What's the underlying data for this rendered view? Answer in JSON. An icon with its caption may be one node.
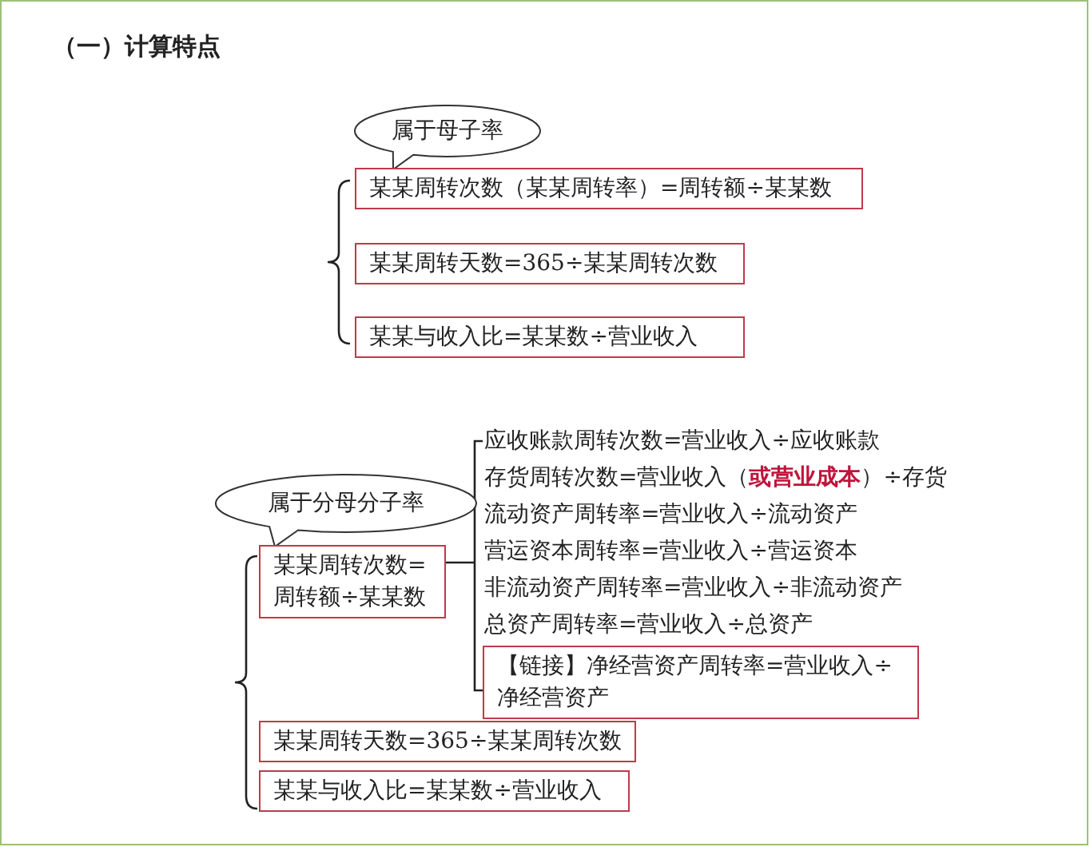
{
  "diagram": {
    "title": "（一）计算特点",
    "nodes": [
      {
        "text": [
          "属于母子率"
        ]
      },
      {
        "text": [
          "某某周转次数（某某周转率）=周转额÷某某数"
        ]
      },
      {
        "text": [
          "某某周转天数=365÷某某周转次数"
        ]
      },
      {
        "text": [
          "某某与收入比=某某数÷营业收入"
        ]
      },
      {
        "text": [
          "属于分母分子率"
        ]
      },
      {
        "text": [
          "某某周转次数=周转额÷某某数"
        ]
      },
      {
        "text": [
          "【链接】净经营资产周转率=营业收入÷净经营资产"
        ]
      },
      {
        "text": [
          "某某周转天数=365÷某某周转次数"
        ]
      },
      {
        "text": [
          "某某与收入比=某某数÷营业收入"
        ]
      }
    ],
    "labels": [
      "应收账款周转次数=营业收入÷应收账款",
      "存货周转次数=营业收入（**或营业成本**）÷存货",
      "流动资产周转率=营业收入÷流动资产",
      "营运资本周转率=营业收入÷营运资本",
      "非流动资产周转率=营业收入÷非流动资产",
      "总资产周转率=营业收入÷总资产"
    ]
  }
}
